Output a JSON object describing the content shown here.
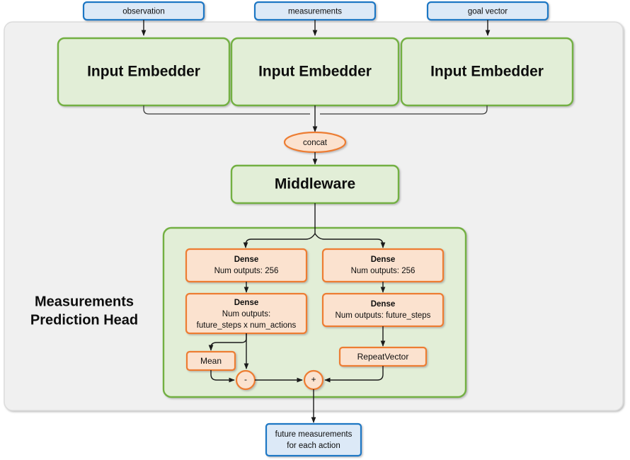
{
  "diagram": {
    "title": "Measurements Prediction Head network architecture",
    "colors": {
      "outer_panel_fill": "#f0f0f0",
      "outer_panel_stroke": "#d9d9d9",
      "io_box_fill": "#dce9f7",
      "io_box_stroke": "#1f77c4",
      "green_box_fill": "#e2eed7",
      "green_box_stroke": "#73b043",
      "orange_box_fill": "#fbe2cf",
      "orange_box_stroke": "#ed7d31",
      "edge_stroke": "#1a1a1a",
      "text": "#0d0d0d"
    },
    "inputs": [
      {
        "id": "observation",
        "label": "observation"
      },
      {
        "id": "measurements",
        "label": "measurements"
      },
      {
        "id": "goal_vector",
        "label": "goal vector"
      }
    ],
    "embedders": [
      {
        "id": "embedder_1",
        "label": "Input Embedder"
      },
      {
        "id": "embedder_2",
        "label": "Input Embedder"
      },
      {
        "id": "embedder_3",
        "label": "Input Embedder"
      }
    ],
    "concat": {
      "id": "concat",
      "label": "concat"
    },
    "middleware": {
      "id": "middleware",
      "label": "Middleware"
    },
    "head": {
      "id": "measurements_prediction_head",
      "label_line_1": "Measurements",
      "label_line_2": "Prediction Head"
    },
    "branch_left": {
      "dense_1": {
        "title": "Dense",
        "lines": [
          "Num outputs: 256"
        ]
      },
      "dense_2": {
        "title": "Dense",
        "lines": [
          "Num outputs:",
          "future_steps x num_actions"
        ]
      },
      "mean": {
        "label": "Mean"
      }
    },
    "branch_right": {
      "dense_1": {
        "title": "Dense",
        "lines": [
          "Num outputs: 256"
        ]
      },
      "dense_2": {
        "title": "Dense",
        "lines": [
          "Num outputs: future_steps"
        ]
      },
      "repeat_vector": {
        "label": "RepeatVector"
      }
    },
    "operators": [
      {
        "id": "subtract_op",
        "label": "-"
      },
      {
        "id": "add_op",
        "label": "+"
      }
    ],
    "output": {
      "id": "future_measurements",
      "line_1": "future measurements",
      "line_2": "for each action"
    }
  }
}
